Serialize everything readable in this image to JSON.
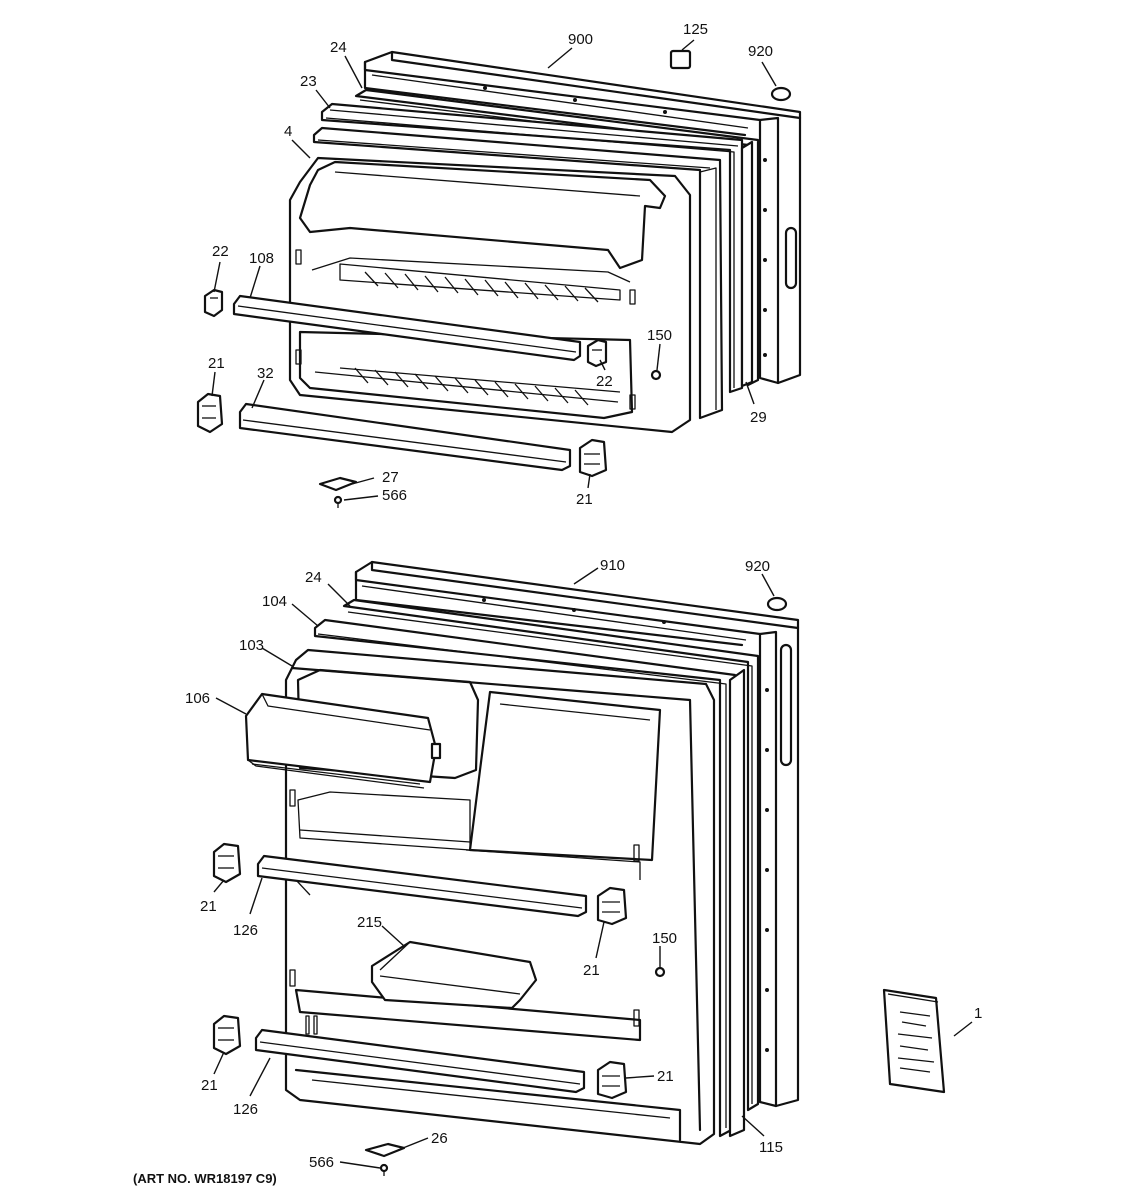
{
  "art_number": "(ART NO. WR18197 C9)",
  "freezer_door": {
    "callouts": {
      "door": "900",
      "label_plate": "125",
      "plug_button": "920",
      "gasket": "24",
      "liner_trim": "23",
      "liner": "4",
      "shelf_bar_upper": "108",
      "shelf_bar_lower": "32",
      "bracket_left_upper": "22",
      "bracket_right_upper": "22",
      "bracket_left_lower": "21",
      "bracket_right_lower": "21",
      "screw": "150",
      "breaker_strip": "29",
      "hinge_plate": "27",
      "hinge_screw": "566"
    }
  },
  "fresh_food_door": {
    "callouts": {
      "door": "910",
      "plug_button": "920",
      "gasket": "24",
      "liner_trim": "104",
      "liner": "103",
      "dairy_door": "106",
      "shelf_bar_upper": "126",
      "shelf_bar_lower": "126",
      "bracket_left_upper": "21",
      "bracket_left_lower": "21",
      "bracket_right_upper": "21",
      "bracket_right_lower": "21",
      "egg_bin": "215",
      "screw": "150",
      "breaker_strip": "115",
      "hinge_plate": "26",
      "hinge_screw": "566"
    }
  },
  "manual": {
    "callout": "1"
  }
}
